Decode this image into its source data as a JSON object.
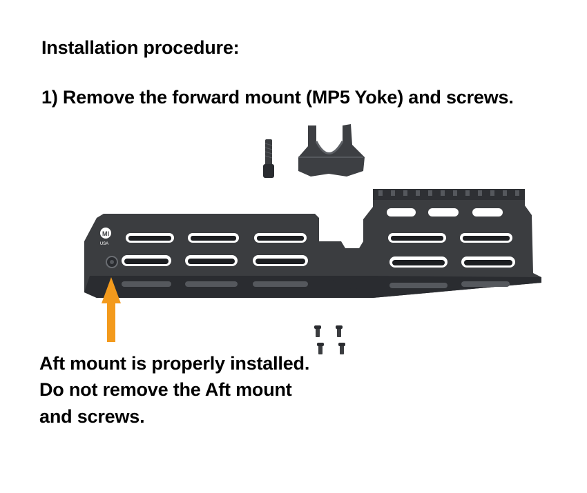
{
  "heading": "Installation procedure:",
  "step_1": "1) Remove the forward mount (MP5 Yoke) and screws.",
  "note_lines": [
    "Aft mount is properly installed.",
    "Do not remove the Aft mount",
    "and screws."
  ],
  "logo": {
    "mark": "MI",
    "sub": "USA"
  },
  "colors": {
    "part_fill": "#3b3d40",
    "part_dark": "#24262a",
    "part_light": "#5a5d62",
    "arrow": "#f39a1c"
  }
}
